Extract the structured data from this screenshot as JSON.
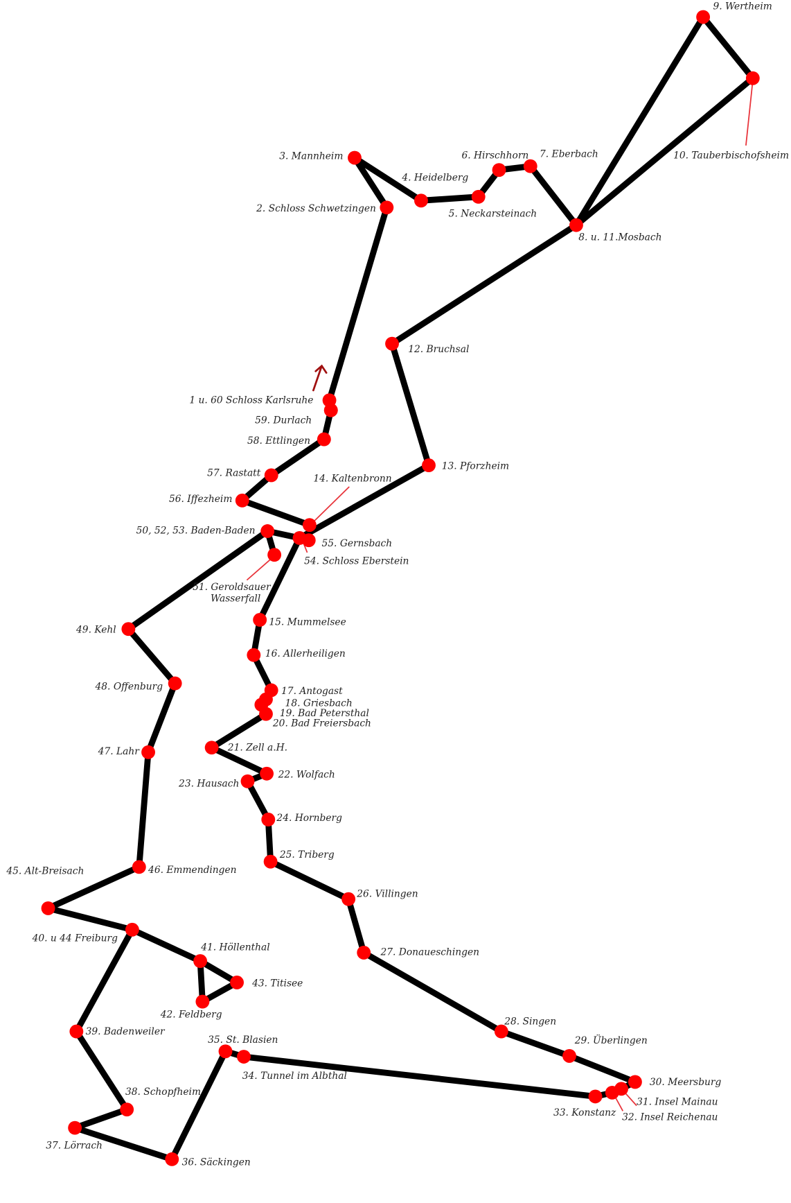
{
  "colors": {
    "route": "#000000",
    "stop": "#ff0000",
    "leader": "#e8333a",
    "arrow": "#a01010"
  },
  "annotations": {
    "direction_arrow": "arrow-up-right-icon"
  },
  "stops": [
    {
      "id": "s1",
      "label": "1 u. 60 Schloss Karlsruhe"
    },
    {
      "id": "s2",
      "label": "2. Schloss Schwetzingen"
    },
    {
      "id": "s3",
      "label": "3. Mannheim"
    },
    {
      "id": "s4",
      "label": "4. Heidelberg"
    },
    {
      "id": "s5",
      "label": "5. Neckarsteinach"
    },
    {
      "id": "s6",
      "label": "6. Hirschhorn"
    },
    {
      "id": "s7",
      "label": "7. Eberbach"
    },
    {
      "id": "s8",
      "label": "8. u. 11.Mosbach"
    },
    {
      "id": "s9",
      "label": "9. Wertheim"
    },
    {
      "id": "s10",
      "label": "10. Tauberbischofsheim"
    },
    {
      "id": "s12",
      "label": "12. Bruchsal"
    },
    {
      "id": "s13",
      "label": "13. Pforzheim"
    },
    {
      "id": "s14",
      "label": "14. Kaltenbronn"
    },
    {
      "id": "s15",
      "label": "15. Mummelsee"
    },
    {
      "id": "s16",
      "label": "16. Allerheiligen"
    },
    {
      "id": "s17",
      "label": "17. Antogast"
    },
    {
      "id": "s18",
      "label": "18. Griesbach"
    },
    {
      "id": "s19",
      "label": "19. Bad Petersthal"
    },
    {
      "id": "s20",
      "label": "20. Bad Freiersbach"
    },
    {
      "id": "s21",
      "label": "21. Zell a.H."
    },
    {
      "id": "s22",
      "label": "22. Wolfach"
    },
    {
      "id": "s23",
      "label": "23. Hausach"
    },
    {
      "id": "s24",
      "label": "24. Hornberg"
    },
    {
      "id": "s25",
      "label": "25. Triberg"
    },
    {
      "id": "s26",
      "label": "26. Villingen"
    },
    {
      "id": "s27",
      "label": "27. Donaueschingen"
    },
    {
      "id": "s28",
      "label": "28. Singen"
    },
    {
      "id": "s29",
      "label": "29. Überlingen"
    },
    {
      "id": "s30",
      "label": "30. Meersburg"
    },
    {
      "id": "s31",
      "label": "31. Insel Mainau"
    },
    {
      "id": "s32",
      "label": "32. Insel Reichenau"
    },
    {
      "id": "s33",
      "label": "33. Konstanz"
    },
    {
      "id": "s34",
      "label": "34. Tunnel im Albthal"
    },
    {
      "id": "s35",
      "label": "35. St. Blasien"
    },
    {
      "id": "s36",
      "label": "36. Säckingen"
    },
    {
      "id": "s37",
      "label": "37. Lörrach"
    },
    {
      "id": "s38",
      "label": "38. Schopfheim"
    },
    {
      "id": "s39",
      "label": "39. Badenweiler"
    },
    {
      "id": "s40",
      "label": "40. u 44 Freiburg"
    },
    {
      "id": "s41",
      "label": "41. Höllenthal"
    },
    {
      "id": "s42",
      "label": "42. Feldberg"
    },
    {
      "id": "s43",
      "label": "43. Titisee"
    },
    {
      "id": "s45",
      "label": "45. Alt-Breisach"
    },
    {
      "id": "s46",
      "label": "46. Emmendingen"
    },
    {
      "id": "s47",
      "label": "47. Lahr"
    },
    {
      "id": "s48",
      "label": "48. Offenburg"
    },
    {
      "id": "s49",
      "label": "49. Kehl"
    },
    {
      "id": "s50",
      "label": "50, 52, 53. Baden-Baden"
    },
    {
      "id": "s51",
      "label": "51. Geroldsauer Wasserfall"
    },
    {
      "id": "s54",
      "label": "54. Schloss Eberstein"
    },
    {
      "id": "s55",
      "label": "55. Gernsbach"
    },
    {
      "id": "s56",
      "label": "56. Iffezheim"
    },
    {
      "id": "s57",
      "label": "57. Rastatt"
    },
    {
      "id": "s58",
      "label": "58. Ettlingen"
    },
    {
      "id": "s59",
      "label": "59. Durlach"
    }
  ]
}
